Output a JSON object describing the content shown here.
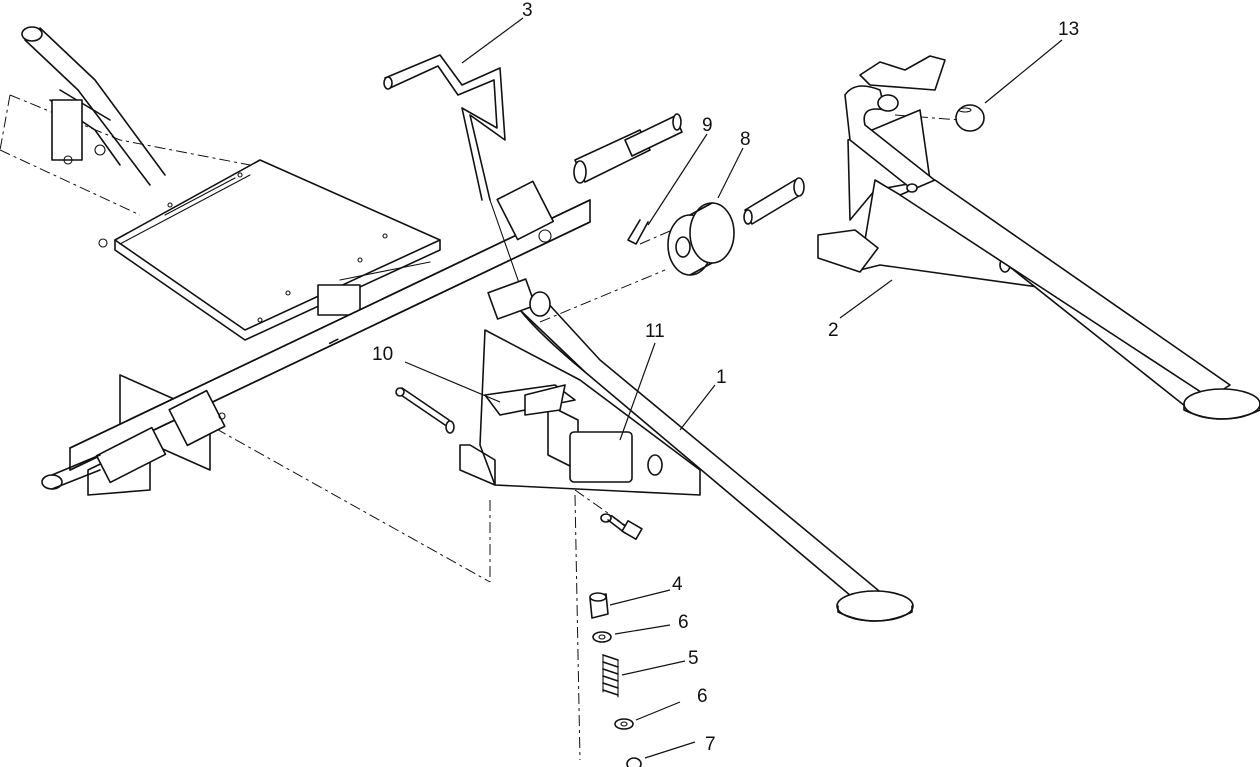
{
  "callouts": {
    "c1": "1",
    "c2": "2",
    "c3": "3",
    "c4": "4",
    "c5": "5",
    "c6a": "6",
    "c6b": "6",
    "c7": "7",
    "c8": "8",
    "c9": "9",
    "c10": "10",
    "c11": "11",
    "c13": "13"
  },
  "colors": {
    "line": "#111111",
    "background": "#ffffff"
  }
}
